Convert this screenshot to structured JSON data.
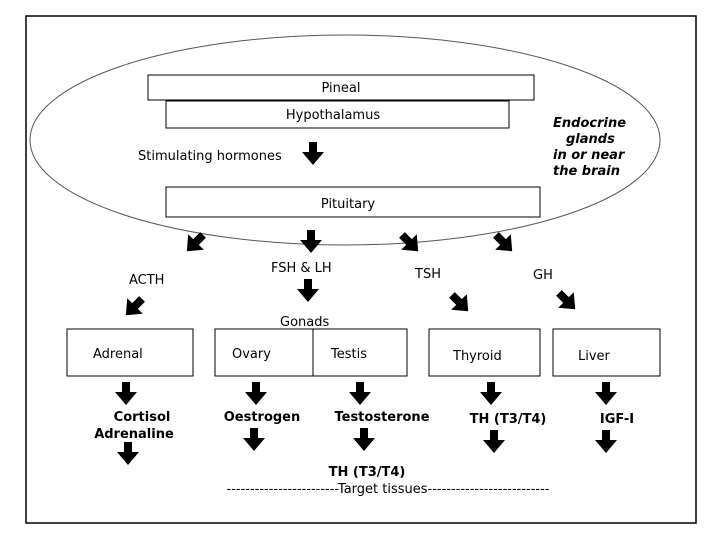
{
  "brain_region_label": [
    "Endocrine",
    "glands",
    "in or near",
    "the brain"
  ],
  "boxes": {
    "pineal": "Pineal",
    "hypothalamus": "Hypothalamus",
    "pituitary": "Pituitary",
    "adrenal": "Adrenal",
    "ovary": "Ovary",
    "testis": "Testis",
    "thyroid": "Thyroid",
    "liver": "Liver"
  },
  "labels": {
    "stimulating_hormones": "Stimulating hormones",
    "acth": "ACTH",
    "fsh_lh": "FSH & LH",
    "tsh": "TSH",
    "gh": "GH",
    "gonads": "Gonads"
  },
  "products": {
    "cortisol": "Cortisol",
    "adrenaline": "Adrenaline",
    "oestrogen": "Oestrogen",
    "testosterone": "Testosterone",
    "th_thyroid": "TH (T3/T4)",
    "igf": "IGF-I",
    "th_bottom": "TH (T3/T4)"
  },
  "target_line": "------------------------Target tissues--------------------------"
}
